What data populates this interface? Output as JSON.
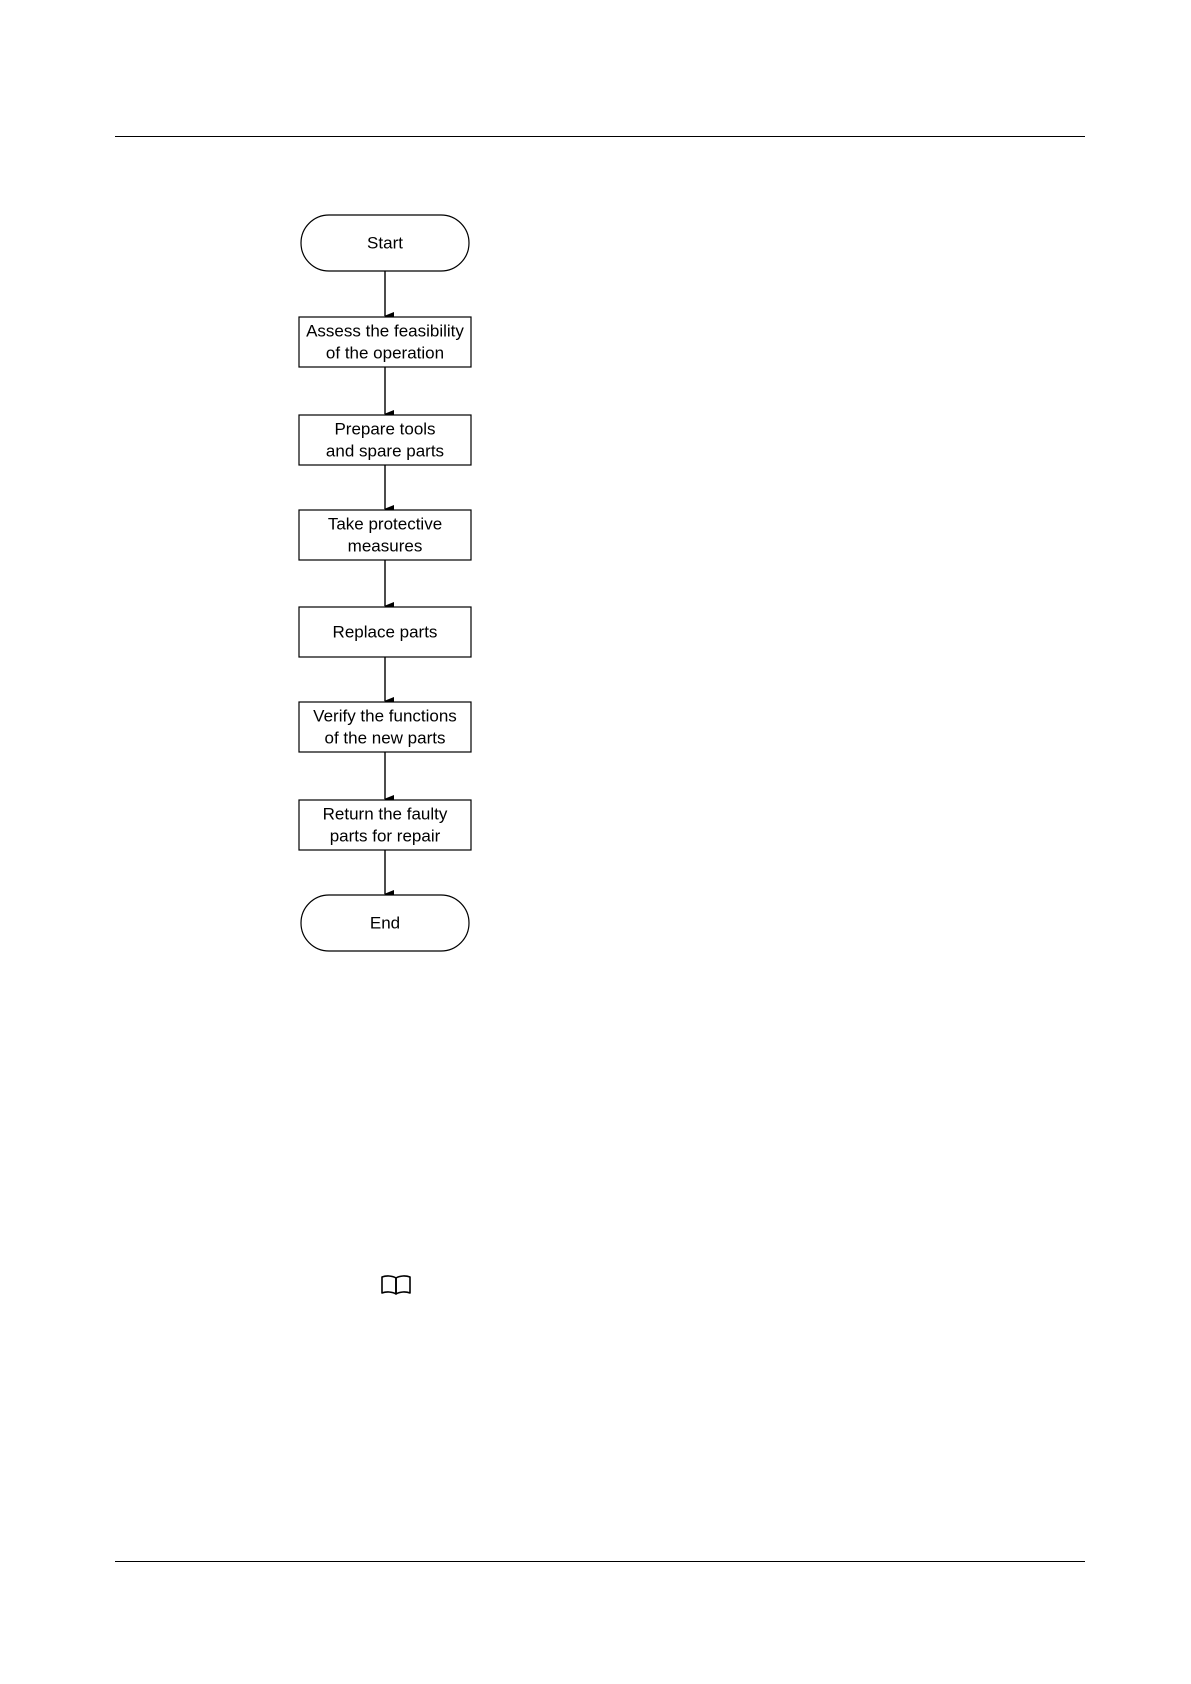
{
  "flowchart": {
    "start": "Start",
    "steps": [
      [
        "Assess the feasibility",
        "of the operation"
      ],
      [
        "Prepare tools",
        "and spare parts"
      ],
      [
        "Take protective",
        "measures"
      ],
      [
        "Replace parts"
      ],
      [
        "Verify the functions",
        "of the new parts"
      ],
      [
        "Return the faulty",
        "parts for repair"
      ]
    ],
    "end": "End"
  },
  "note": {
    "icon": "book-icon"
  }
}
